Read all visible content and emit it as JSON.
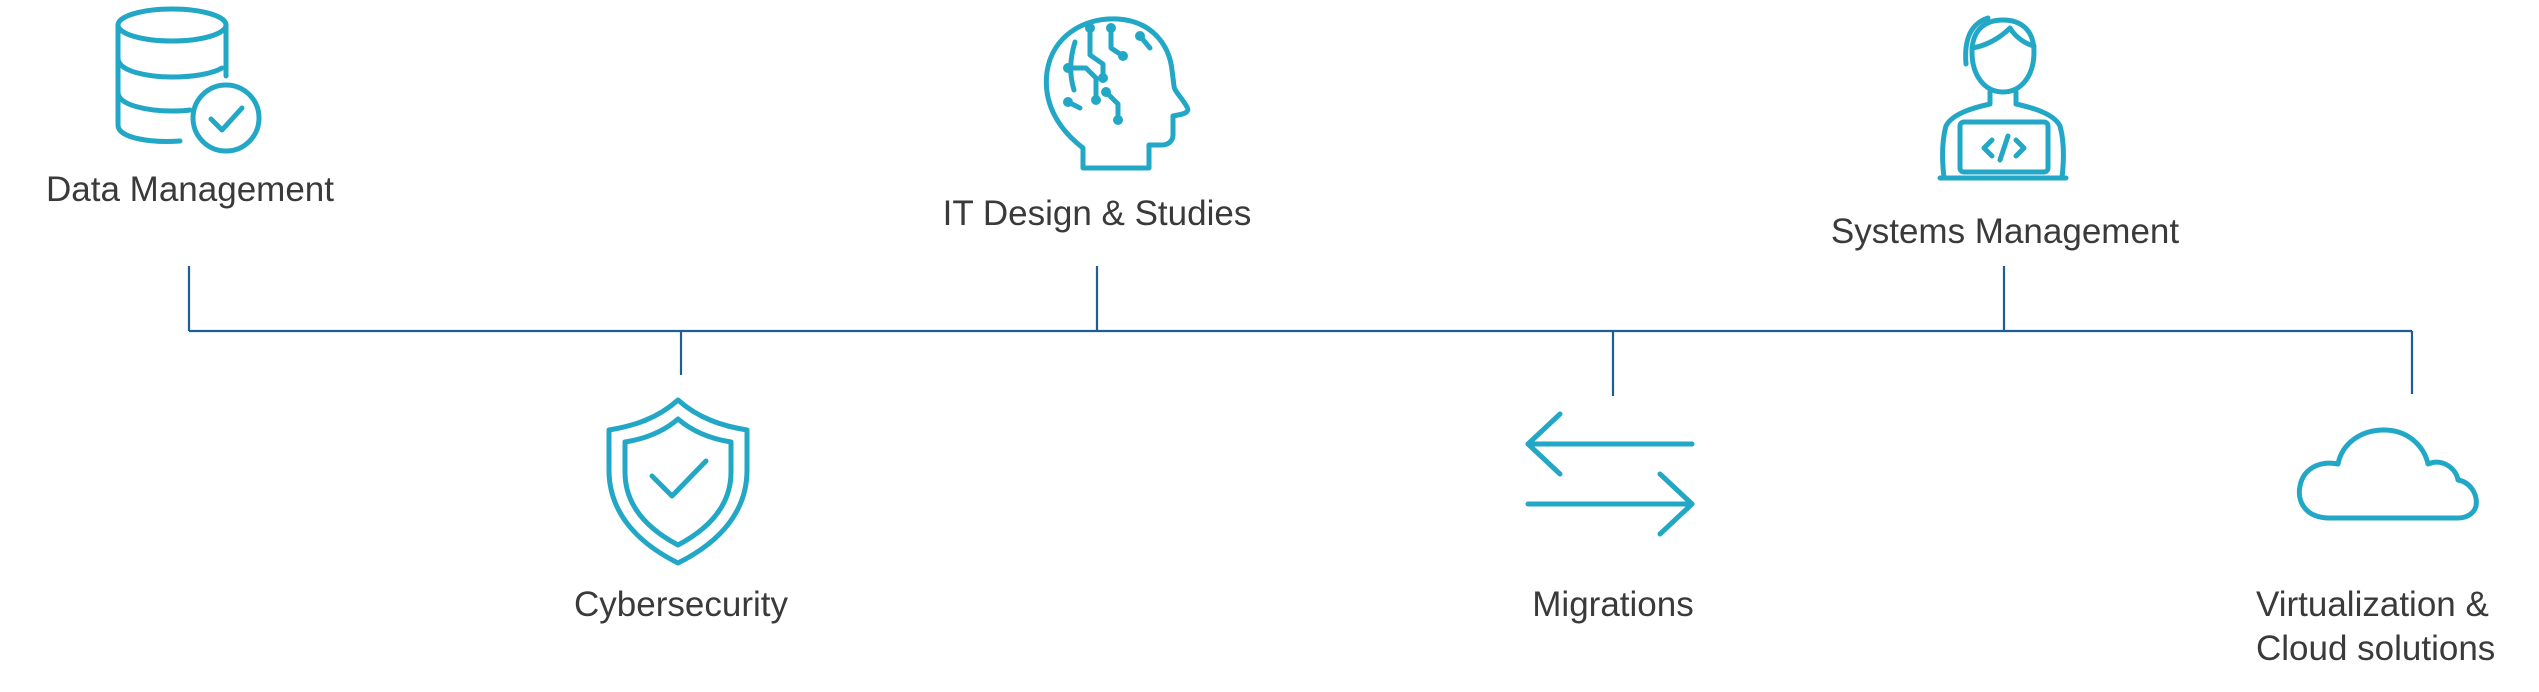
{
  "colors": {
    "icon": "#22a8c6",
    "connector": "#1f5d99",
    "text": "#3a3a3a",
    "background": "#ffffff"
  },
  "nodes": [
    {
      "id": "data-management",
      "label": "Data Management",
      "icon": "database-check-icon",
      "position": "top"
    },
    {
      "id": "cybersecurity",
      "label": "Cybersecurity",
      "icon": "shield-check-icon",
      "position": "bottom"
    },
    {
      "id": "it-design",
      "label": "IT Design & Studies",
      "icon": "brain-circuit-icon",
      "position": "top"
    },
    {
      "id": "migrations",
      "label": "Migrations",
      "icon": "exchange-arrows-icon",
      "position": "bottom"
    },
    {
      "id": "systems-management",
      "label": "Systems Management",
      "icon": "developer-laptop-icon",
      "position": "top"
    },
    {
      "id": "virtualization",
      "label_line1": "Virtualization &",
      "label_line2": "Cloud solutions",
      "icon": "cloud-icon",
      "position": "bottom"
    }
  ]
}
